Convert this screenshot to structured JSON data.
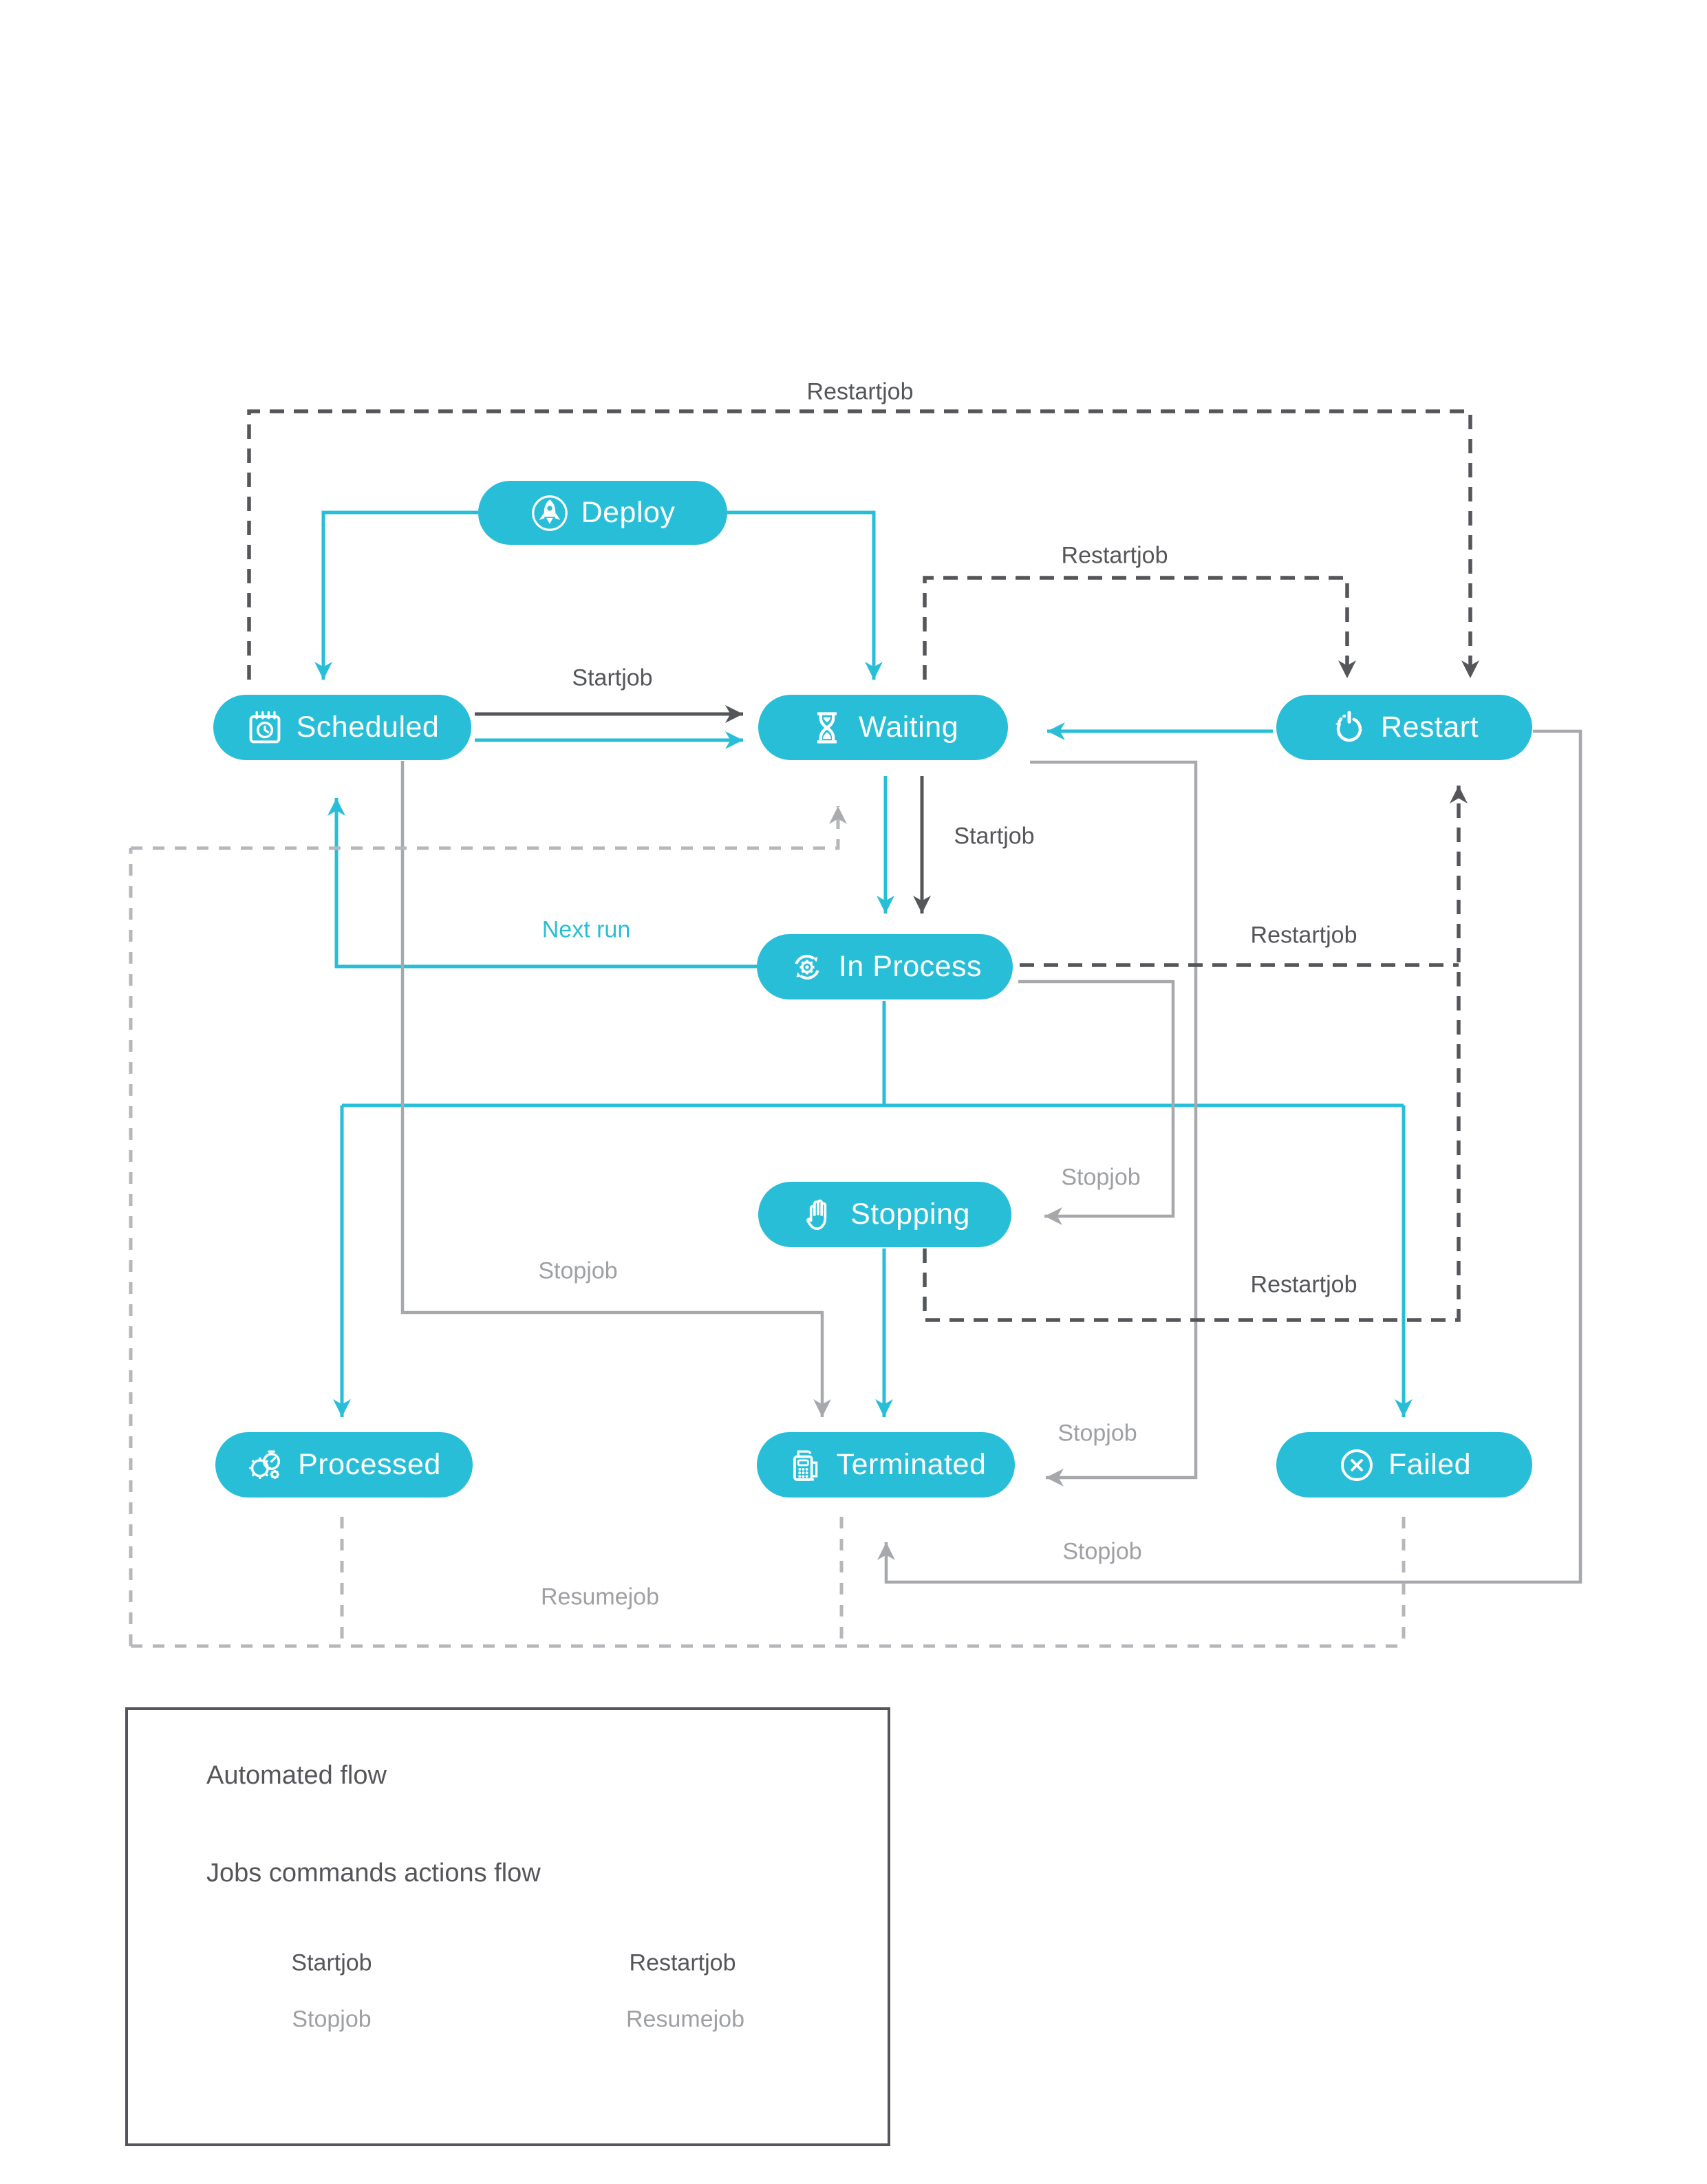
{
  "nodes": {
    "deploy": "Deploy",
    "scheduled": "Scheduled",
    "waiting": "Waiting",
    "restart": "Restart",
    "inprocess": "In Process",
    "stopping": "Stopping",
    "processed": "Processed",
    "terminated": "Terminated",
    "failed": "Failed"
  },
  "labels": {
    "restartjob": "Restartjob",
    "startjob": "Startjob",
    "stopjob": "Stopjob",
    "resumejob": "Resumejob",
    "nextrun": "Next run"
  },
  "legend": {
    "automated": "Automated flow",
    "commands": "Jobs commands actions flow"
  },
  "colors": {
    "accent": "#29BED8",
    "dark": "#55565A",
    "gray": "#A6A8AB",
    "lightgray": "#B5B7BA"
  },
  "icons": [
    "rocket-icon",
    "calendar-icon",
    "hourglass-icon",
    "restart-icon",
    "gear-sync-icon",
    "hand-icon",
    "gear-stopwatch-icon",
    "terminal-icon",
    "circle-x-icon"
  ],
  "edges": [
    {
      "from": "deploy",
      "to": "scheduled",
      "type": "automated"
    },
    {
      "from": "deploy",
      "to": "waiting",
      "type": "automated"
    },
    {
      "from": "scheduled",
      "to": "waiting",
      "type": "startjob"
    },
    {
      "from": "scheduled",
      "to": "waiting",
      "type": "automated"
    },
    {
      "from": "restart",
      "to": "waiting",
      "type": "automated"
    },
    {
      "from": "waiting",
      "to": "inprocess",
      "type": "startjob"
    },
    {
      "from": "waiting",
      "to": "inprocess",
      "type": "automated"
    },
    {
      "from": "scheduled",
      "to": "restart",
      "type": "restartjob"
    },
    {
      "from": "waiting",
      "to": "restart",
      "type": "restartjob"
    },
    {
      "from": "inprocess",
      "to": "restart",
      "type": "restartjob"
    },
    {
      "from": "stopping",
      "to": "restart",
      "type": "restartjob"
    },
    {
      "from": "inprocess",
      "to": "scheduled",
      "type": "nextrun"
    },
    {
      "from": "inprocess",
      "to": "processed",
      "type": "automated"
    },
    {
      "from": "inprocess",
      "to": "failed",
      "type": "automated"
    },
    {
      "from": "inprocess",
      "to": "stopping",
      "type": "stopjob"
    },
    {
      "from": "stopping",
      "to": "terminated",
      "type": "automated"
    },
    {
      "from": "scheduled",
      "to": "terminated",
      "type": "stopjob"
    },
    {
      "from": "waiting",
      "to": "terminated",
      "type": "stopjob"
    },
    {
      "from": "restart",
      "to": "terminated",
      "type": "stopjob"
    },
    {
      "from": "processed",
      "to": "waiting",
      "type": "resumejob"
    },
    {
      "from": "terminated",
      "to": "waiting",
      "type": "resumejob"
    },
    {
      "from": "failed",
      "to": "waiting",
      "type": "resumejob"
    }
  ]
}
